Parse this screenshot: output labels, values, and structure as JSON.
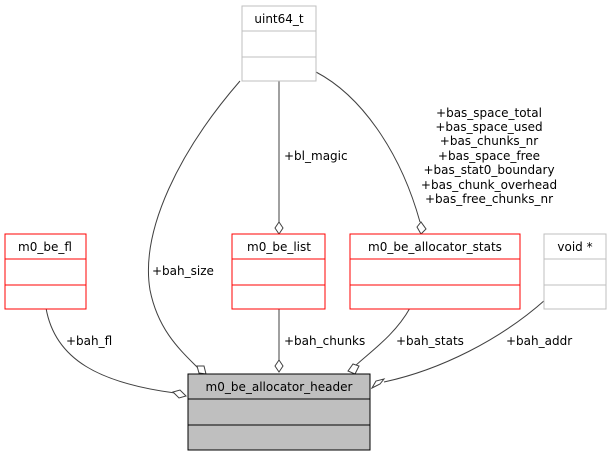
{
  "nodes": {
    "header": {
      "name": "m0_be_allocator_header"
    },
    "uint64": {
      "name": "uint64_t"
    },
    "fl": {
      "name": "m0_be_fl"
    },
    "list": {
      "name": "m0_be_list"
    },
    "stats": {
      "name": "m0_be_allocator_stats"
    },
    "void": {
      "name": "void *"
    }
  },
  "edges": {
    "bah_fl": "+bah_fl",
    "bah_size": "+bah_size",
    "bl_magic": "+bl_magic",
    "bah_chunks": "+bah_chunks",
    "bah_stats": "+bah_stats",
    "bah_addr": "+bah_addr",
    "stats_fields": [
      "+bas_space_total",
      "+bas_space_used",
      "+bas_chunks_nr",
      "+bas_space_free",
      "+bas_stat0_boundary",
      "+bas_chunk_overhead",
      "+bas_free_chunks_nr"
    ]
  },
  "colors": {
    "header_fill": "#bfbfbf",
    "struct_border": "#ff0000",
    "type_border": "#bfbfbf",
    "edge": "#404040"
  }
}
